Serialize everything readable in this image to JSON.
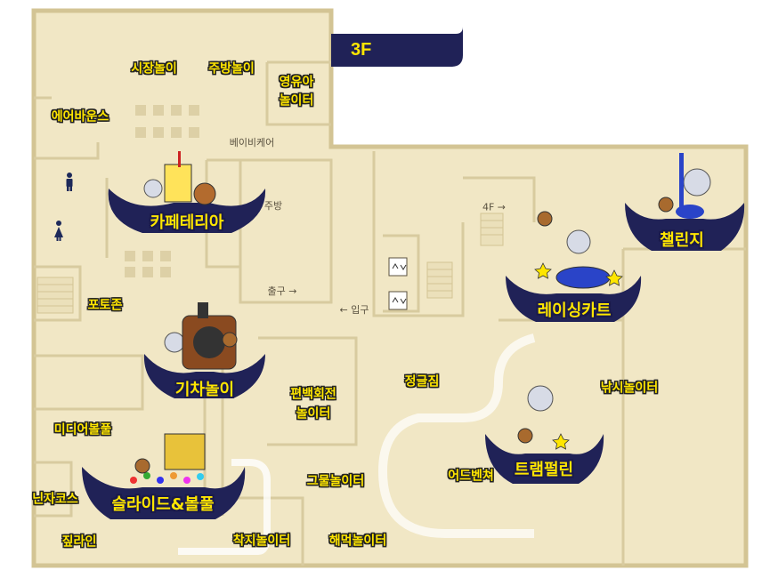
{
  "floor": "3F",
  "colors": {
    "floor_fill": "#f1e7c5",
    "wall": "#d3c494",
    "badge": "#202257",
    "label_yellow": "#ffe600",
    "banner_navy": "#202257"
  },
  "icons": [
    "restroom-male-icon",
    "restroom-female-icon",
    "elevator-icon",
    "elevator-icon",
    "escalator-icon"
  ],
  "zones": {
    "market_play": "시장놀이",
    "kitchen_play": "주방놀이",
    "infant_play_1": "영유아",
    "infant_play_2": "놀이터",
    "air_bounce": "에어바운스",
    "cafeteria": "카페테리아",
    "photo_zone": "포토존",
    "train_play": "기차놀이",
    "media_ballpool": "미디어볼풀",
    "ninja_course": "닌자코스",
    "slide_ballpool": "슬라이드&볼풀",
    "zipline": "짚라인",
    "landing_play": "착지놀이터",
    "net_play": "그물놀이터",
    "hammock_play": "해먹놀이터",
    "gyro_play_1": "편백회전",
    "gyro_play_2": "놀이터",
    "jungle_gym": "정글짐",
    "adventure": "어드벤쳐",
    "trampoline": "트램펄린",
    "fishing_play": "낚시놀이터",
    "racing_kart": "레이싱카트",
    "challenge": "챌린지"
  },
  "facilities": {
    "baby_care": "베이비케어",
    "kitchen": "주방",
    "exit": "출구 →",
    "entrance": "← 입구",
    "to_4f": "4F →"
  }
}
